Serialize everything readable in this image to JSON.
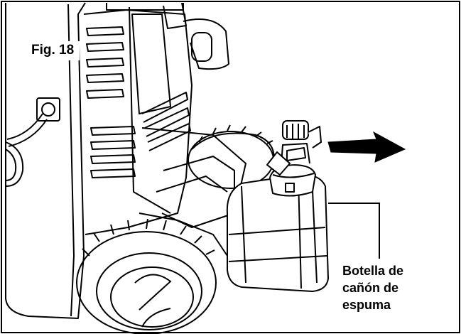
{
  "figure": {
    "label": "Fig. 18",
    "callout_lines": [
      "Botella de",
      "cañón de",
      "espuma"
    ],
    "line_color": "#000000",
    "background": "#ffffff"
  }
}
